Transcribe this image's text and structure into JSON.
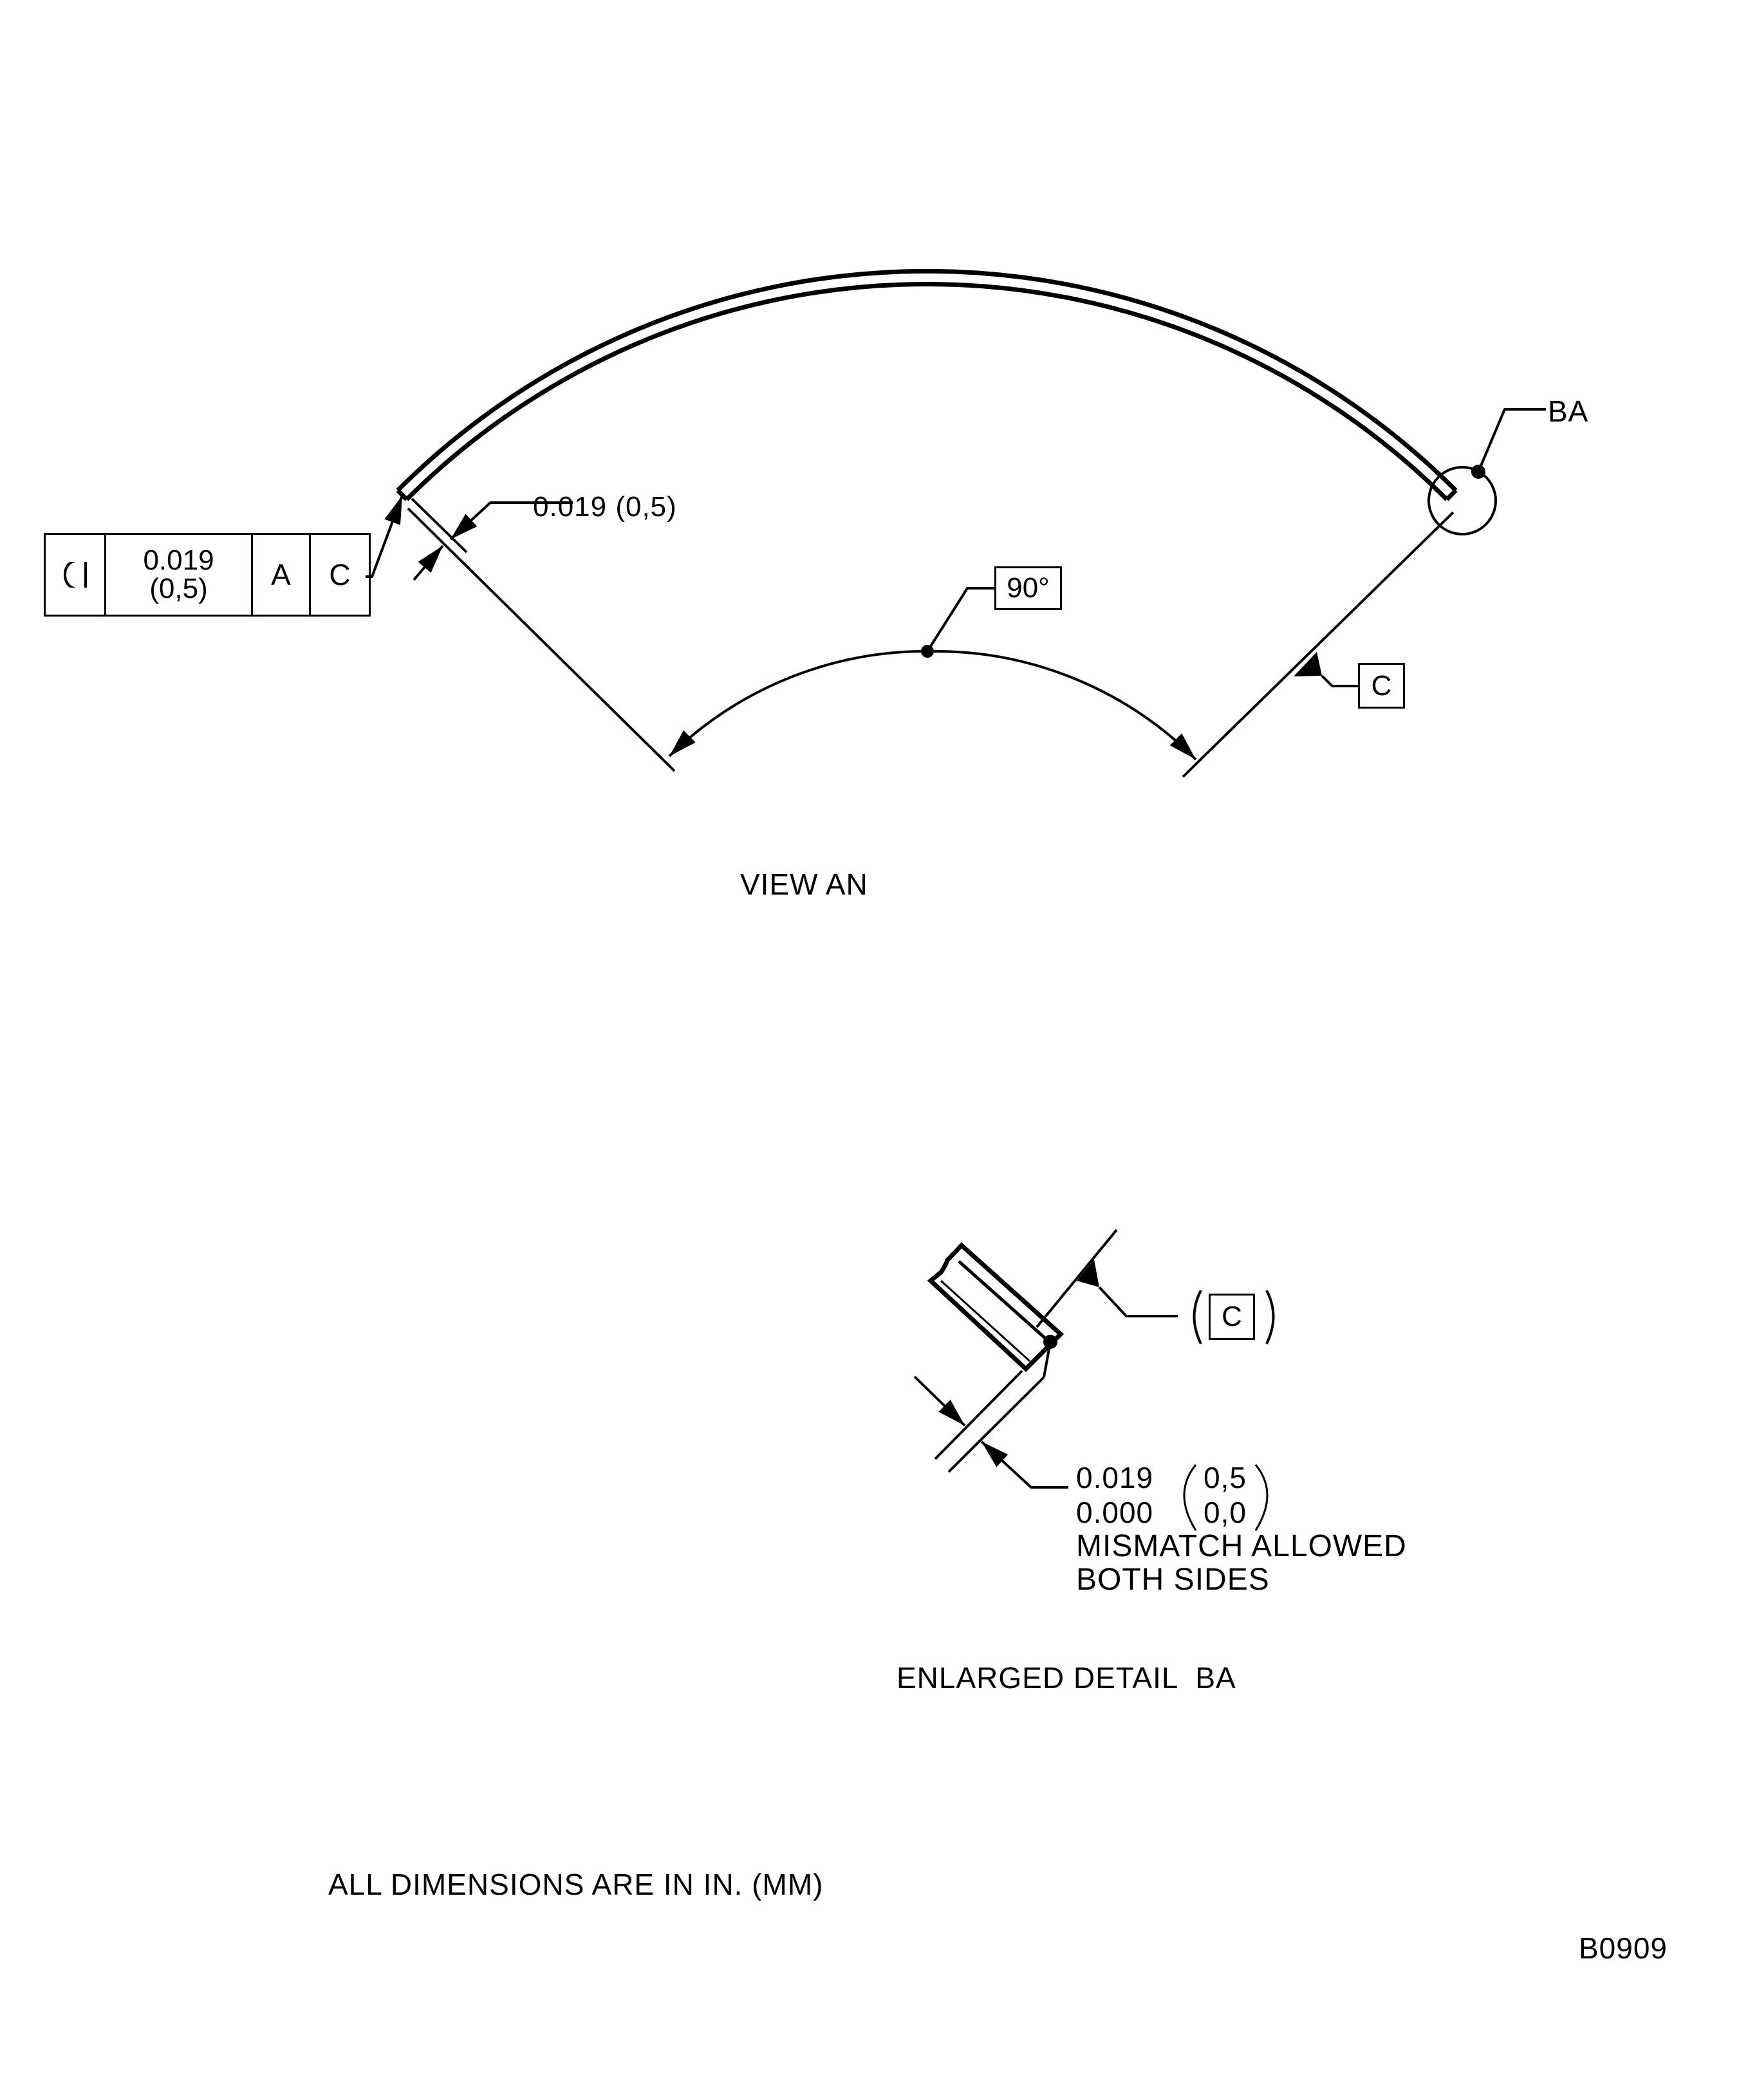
{
  "view_an": {
    "title": "VIEW AN",
    "feature_control_frame": {
      "symbol": "profile-of-a-surface-icon",
      "tolerance_in": "0.019",
      "tolerance_mm": "(0,5)",
      "datum_primary": "A",
      "datum_secondary": "C"
    },
    "thickness_dim": "0.019 (0,5)",
    "angle_dim": "90°",
    "datum_feature": "C",
    "detail_callout": "BA"
  },
  "detail_ba": {
    "title": "ENLARGED DETAIL  BA",
    "datum_feature_ref": "C",
    "note_line1_in": "0.019",
    "note_line1_mm": "0,5",
    "note_line2_in": "0.000",
    "note_line2_mm": "0,0",
    "note_line3": "MISMATCH ALLOWED",
    "note_line4": "BOTH SIDES"
  },
  "footer": {
    "units_note": "ALL DIMENSIONS ARE IN IN. (MM)",
    "drawing_id": "B0909"
  }
}
